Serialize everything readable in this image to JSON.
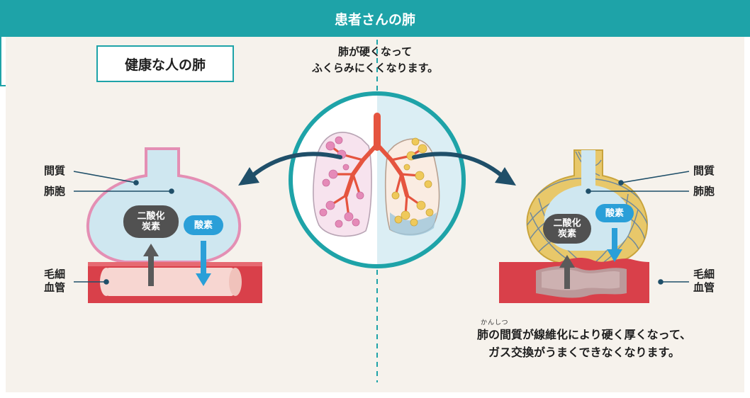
{
  "healthy": {
    "title": "健康な人の肺",
    "labels": {
      "interstitium": "間質",
      "alveolus": "肺胞",
      "capillary_line1": "毛細",
      "capillary_line2": "血管"
    },
    "co2_line1": "二酸化",
    "co2_line2": "炭素",
    "o2": "酸素"
  },
  "patient": {
    "title": "患者さんの肺",
    "desc_line1": "肺が硬くなって",
    "desc_line2": "ふくらみにくくなります。",
    "labels": {
      "interstitium": "間質",
      "alveolus": "肺胞",
      "capillary_line1": "毛細",
      "capillary_line2": "血管"
    },
    "co2_line1": "二酸化",
    "co2_line2": "炭素",
    "o2": "酸素"
  },
  "caption": {
    "ruby": "かんしつ",
    "line1": "肺の間質が線維化により硬く厚くなって、",
    "line2": "ガス交換がうまくできなくなります。"
  },
  "colors": {
    "teal": "#1ea3a8",
    "blood_vessel": "#d9404a",
    "alveolus_fill": "#cfe7f0",
    "healthy_outline": "#e48fb4",
    "fibrosis": "#e8c86a",
    "co2_pill": "#515151",
    "o2_pill": "#2a9fd8",
    "background": "#f6f2ec"
  }
}
